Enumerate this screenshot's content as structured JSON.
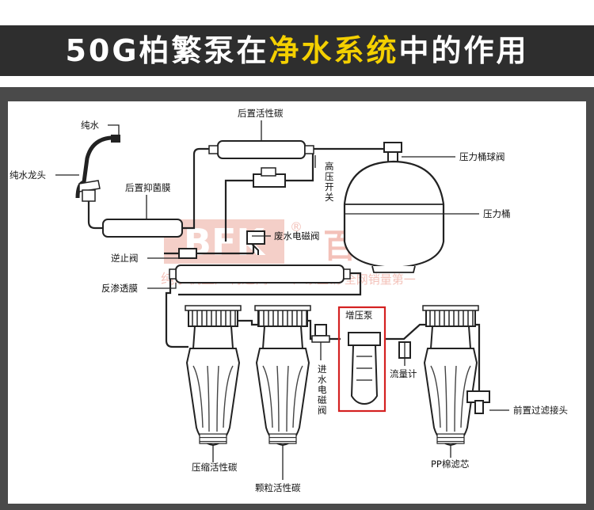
{
  "banner": {
    "title_prefix": "50G柏繁泵在",
    "title_highlight": "净水系统",
    "title_suffix": "中的作用"
  },
  "labels": {
    "pure_water": "纯水",
    "faucet": "纯水龙头",
    "post_carbon": "后置活性碳",
    "high_pressure_switch": "高压开关",
    "tank_ball_valve": "压力桶球阀",
    "post_antibacterial": "后置抑菌膜",
    "pressure_tank": "压力桶",
    "waste_valve": "废水电磁阀",
    "check_valve": "逆止阀",
    "ro_membrane": "反渗透膜",
    "booster_pump": "增压泵",
    "flow_meter": "流量计",
    "inlet_valve": "进水电磁阀",
    "pre_filter_fitting": "前置过滤接头",
    "compressed_carbon": "压缩活性碳",
    "granular_carbon": "颗粒活性碳",
    "pp_cotton": "PP棉滤芯"
  },
  "watermark": {
    "brand_logo": "BFK",
    "registered": "®",
    "brand_cn": "百福康",
    "slogan_a": "纯水机生产制造商",
    "slogan_b": "厂家直销 全网销量第一"
  },
  "colors": {
    "banner_bg": "#2e2e2e",
    "highlight": "#f4d000",
    "frame": "#4a4a4a",
    "pump_box": "#d42121",
    "watermark": "#f1b7ad"
  }
}
